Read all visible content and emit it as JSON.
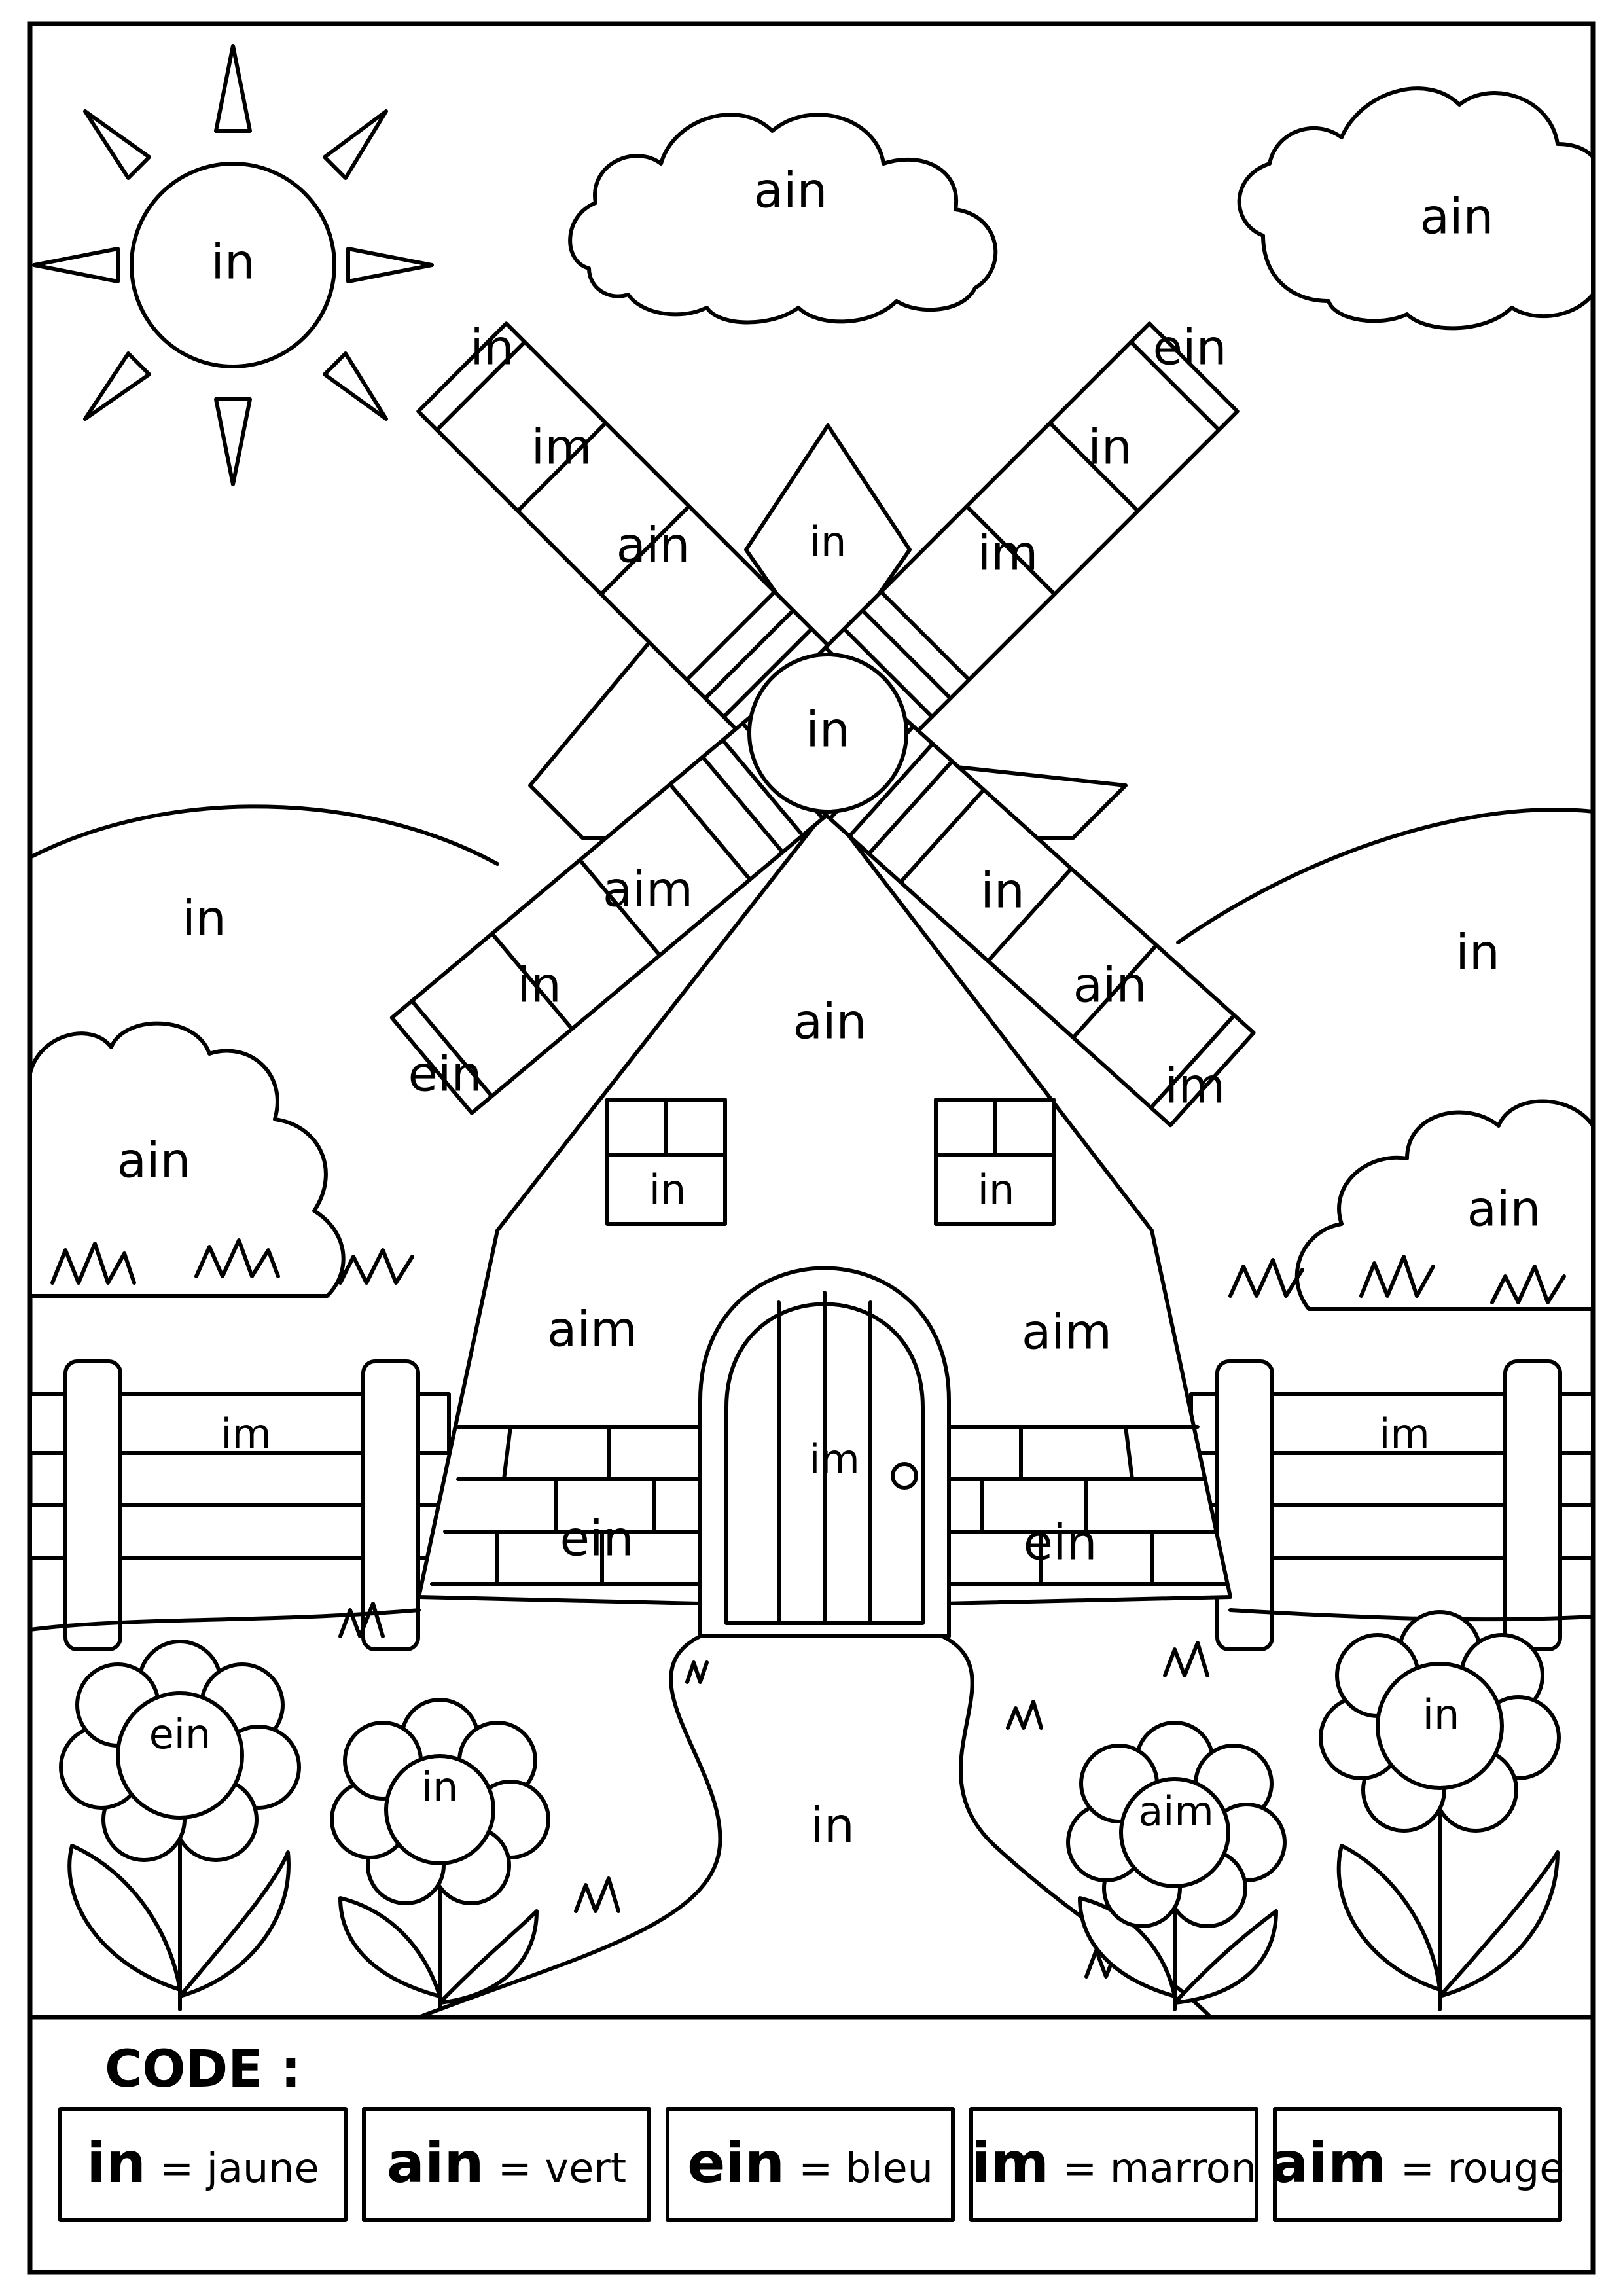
{
  "sun": {
    "label": "in"
  },
  "clouds": [
    {
      "label": "ain"
    },
    {
      "label": "ain"
    }
  ],
  "blade_top_left": [
    "in",
    "im",
    "ain"
  ],
  "blade_top_right": [
    "ein",
    "in",
    "im"
  ],
  "blade_bottom_left": [
    "aim",
    "in",
    "ein"
  ],
  "blade_bottom_right": [
    "in",
    "ain",
    "im"
  ],
  "roof": {
    "label": "in"
  },
  "hub": {
    "label": "in"
  },
  "hills": {
    "left": "in",
    "right": "in"
  },
  "bushes": {
    "left": "ain",
    "right": "ain"
  },
  "mill": {
    "body": "ain",
    "window_left": "in",
    "window_right": "in",
    "side_left": "aim",
    "side_right": "aim",
    "door": "im",
    "stone_left": "ein",
    "stone_right": "ein"
  },
  "fence": {
    "left": "im",
    "right": "im"
  },
  "path": {
    "label": "in"
  },
  "flowers": [
    "ein",
    "in",
    "aim",
    "in"
  ],
  "code": {
    "title": "CODE :",
    "entries": [
      {
        "key": "in",
        "color": "= jaune"
      },
      {
        "key": "ain",
        "color": "= vert"
      },
      {
        "key": "ein",
        "color": "= bleu"
      },
      {
        "key": "im",
        "color": "= marron"
      },
      {
        "key": "aim",
        "color": "= rouge"
      }
    ]
  }
}
